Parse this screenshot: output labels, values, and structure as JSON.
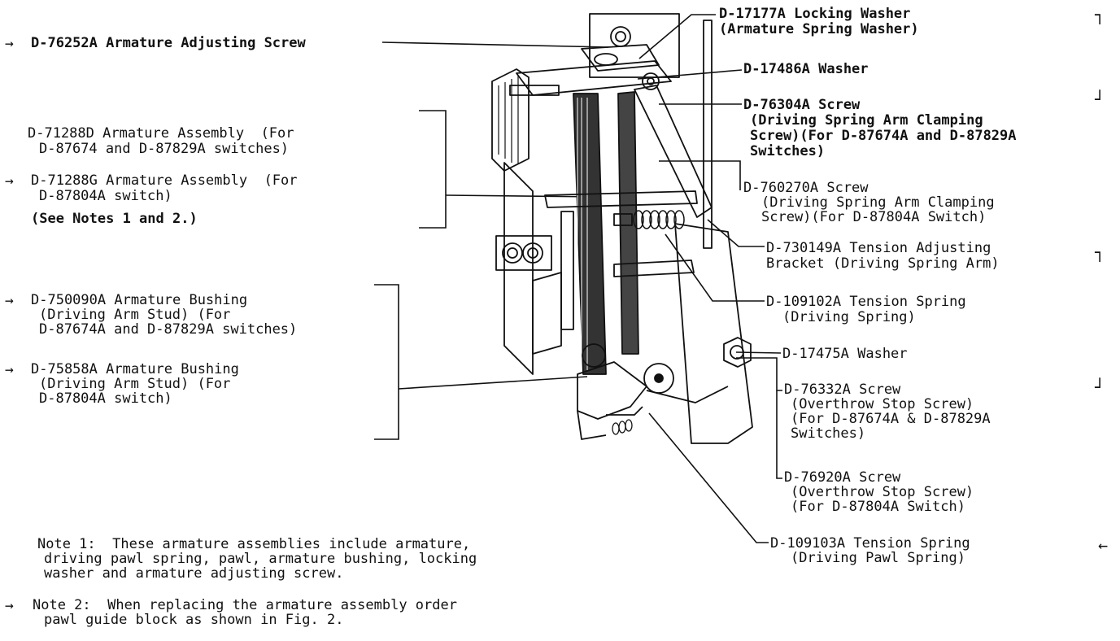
{
  "left_labels": {
    "adjusting_screw": "D-76252A Armature Adjusting Screw",
    "assembly_d_line1": "D-71288D Armature Assembly  (For",
    "assembly_d_line2": "D-87674 and D-87829A switches)",
    "assembly_g_line1": "D-71288G Armature Assembly  (For",
    "assembly_g_line2": "D-87804A switch)",
    "see_notes": "(See Notes 1 and 2.)",
    "bushing_a_line1": "D-750090A Armature Bushing",
    "bushing_a_line2": "(Driving Arm Stud) (For",
    "bushing_a_line3": "D-87674A and D-87829A switches)",
    "bushing_b_line1": "D-75858A Armature Bushing",
    "bushing_b_line2": "(Driving Arm Stud) (For",
    "bushing_b_line3": "D-87804A switch)"
  },
  "right_labels": {
    "locking_washer_line1": "D-17177A Locking Washer",
    "locking_washer_line2": "(Armature Spring Washer)",
    "washer_17486": "D-17486A Washer",
    "screw_76304_line1": "D-76304A Screw",
    "screw_76304_line2": "(Driving Spring Arm Clamping",
    "screw_76304_line3": "Screw)(For D-87674A and D-87829A",
    "screw_76304_line4": "Switches)",
    "screw_760270_line1": "D-760270A Screw",
    "screw_760270_line2": "(Driving Spring Arm Clamping",
    "screw_760270_line3": "Screw)(For D-87804A Switch)",
    "bracket_line1": "D-730149A Tension Adjusting",
    "bracket_line2": "Bracket (Driving Spring Arm)",
    "spring_109102_line1": "D-109102A Tension Spring",
    "spring_109102_line2": "(Driving Spring)",
    "washer_17475": "D-17475A Washer",
    "screw_76332_line1": "D-76332A Screw",
    "screw_76332_line2": "(Overthrow Stop Screw)",
    "screw_76332_line3": "(For D-87674A & D-87829A",
    "screw_76332_line4": "Switches)",
    "screw_76920_line1": "D-76920A Screw",
    "screw_76920_line2": "(Overthrow Stop Screw)",
    "screw_76920_line3": "(For D-87804A Switch)",
    "spring_109103_line1": "D-109103A Tension Spring",
    "spring_109103_line2": "(Driving Pawl Spring)"
  },
  "notes": {
    "note1_line1": "Note 1:  These armature assemblies include armature,",
    "note1_line2": "driving pawl spring, pawl, armature bushing, locking",
    "note1_line3": "washer and armature adjusting screw.",
    "note2_line1": "Note 2:  When replacing the armature assembly order",
    "note2_line2": "pawl guide block as shown in Fig. 2."
  }
}
